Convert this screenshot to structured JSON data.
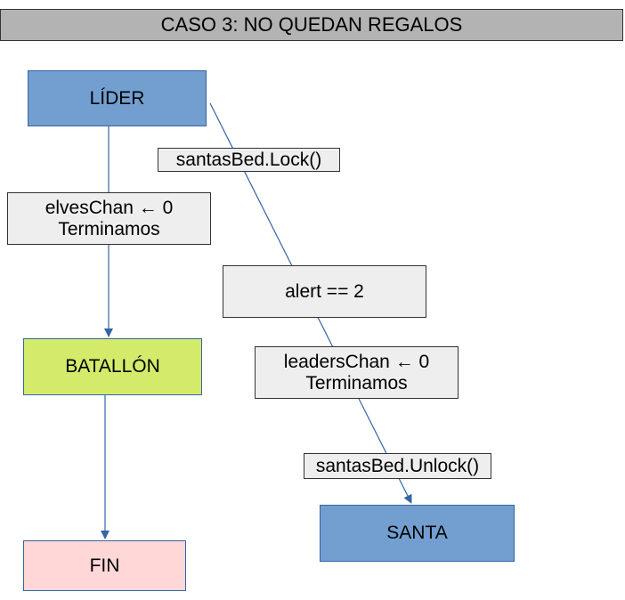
{
  "title": "CASO 3: NO QUEDAN REGALOS",
  "colors": {
    "title_bg": "#b3b3b3",
    "node_blue": "#729fcf",
    "node_green": "#d4ea6b",
    "node_pink": "#ffd7d7",
    "label_bg": "#eeeeee",
    "connector": "#3465a4"
  },
  "nodes": {
    "lider": "LÍDER",
    "batallon": "BATALLÓN",
    "fin": "FIN",
    "santa": "SANTA"
  },
  "labels": {
    "santasbed_lock": "santasBed.Lock()",
    "elveschan_line1": "elvesChan ← 0",
    "elveschan_line2": "Terminamos",
    "alert": "alert == 2",
    "leaderschan_line1": "leadersChan ← 0",
    "leaderschan_line2": "Terminamos",
    "santasbed_unlock": "santasBed.Unlock()"
  }
}
